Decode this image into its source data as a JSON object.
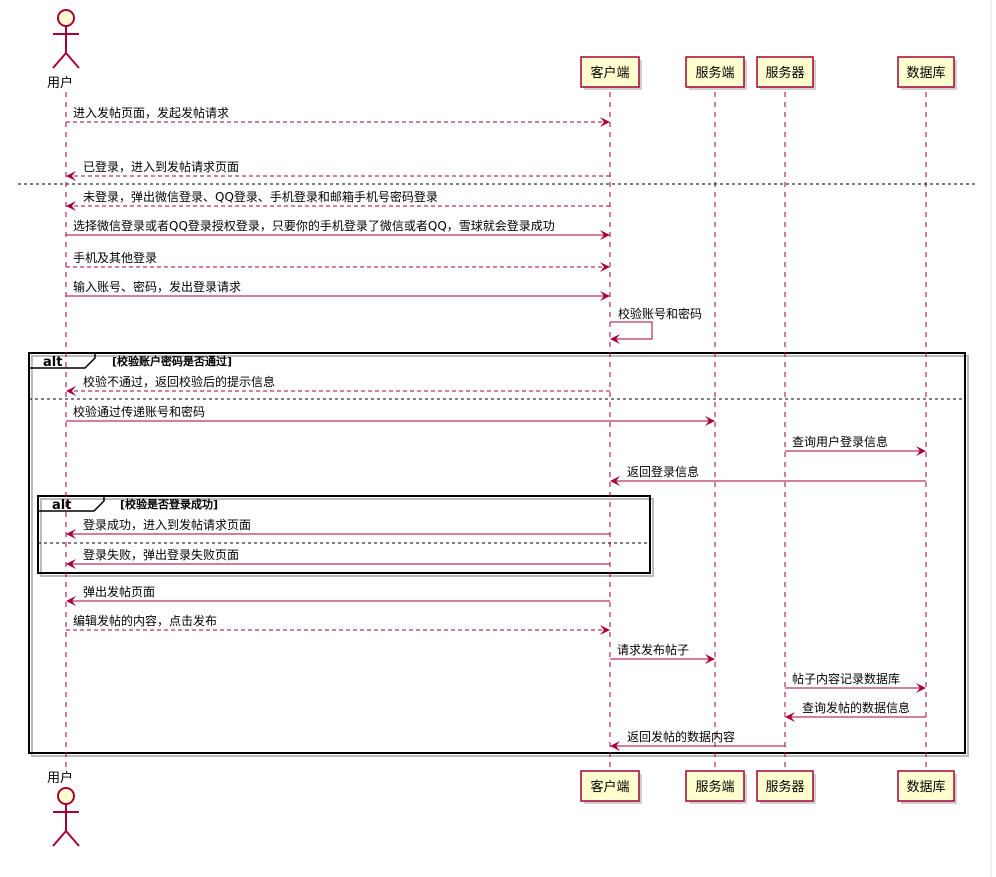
{
  "colors": {
    "arrow": "#A80036",
    "participant_fill": "#FEFECE",
    "participant_stroke": "#A80036",
    "lifeline": "#A80036",
    "frame": "#000000",
    "separator": "#000000"
  },
  "participants": [
    {
      "id": "user",
      "label": "用户",
      "type": "actor"
    },
    {
      "id": "client",
      "label": "客户端",
      "type": "box"
    },
    {
      "id": "service",
      "label": "服务端",
      "type": "box"
    },
    {
      "id": "server",
      "label": "服务器",
      "type": "box"
    },
    {
      "id": "db",
      "label": "数据库",
      "type": "box"
    }
  ],
  "messages": [
    {
      "from": "user",
      "to": "client",
      "text": "进入发帖页面，发起发帖请求",
      "style": "dashed"
    },
    {
      "from": "client",
      "to": "user",
      "text": "已登录，进入到发帖请求页面",
      "style": "dashed"
    },
    {
      "from": "client",
      "to": "user",
      "text": "未登录，弹出微信登录、QQ登录、手机登录和邮箱手机号密码登录",
      "style": "dashed"
    },
    {
      "from": "user",
      "to": "client",
      "text": "选择微信登录或者QQ登录授权登录，只要你的手机登录了微信或者QQ，雪球就会登录成功",
      "style": "solid"
    },
    {
      "from": "user",
      "to": "client",
      "text": "手机及其他登录",
      "style": "dashed"
    },
    {
      "from": "user",
      "to": "client",
      "text": "输入账号、密码，发出登录请求",
      "style": "solid"
    },
    {
      "from": "client",
      "to": "client",
      "text": "校验账号和密码",
      "style": "solid"
    },
    {
      "from": "client",
      "to": "user",
      "text": "校验不通过，返回校验后的提示信息",
      "style": "dashed"
    },
    {
      "from": "user",
      "to": "service",
      "text": "校验通过传递账号和密码",
      "style": "solid"
    },
    {
      "from": "server",
      "to": "db",
      "text": "查询用户登录信息",
      "style": "solid"
    },
    {
      "from": "db",
      "to": "client",
      "text": "返回登录信息",
      "style": "solid"
    },
    {
      "from": "client",
      "to": "user",
      "text": "登录成功，进入到发帖请求页面",
      "style": "solid"
    },
    {
      "from": "client",
      "to": "user",
      "text": "登录失败，弹出登录失败页面",
      "style": "solid"
    },
    {
      "from": "client",
      "to": "user",
      "text": "弹出发帖页面",
      "style": "solid"
    },
    {
      "from": "user",
      "to": "client",
      "text": "编辑发帖的内容，点击发布",
      "style": "dashed"
    },
    {
      "from": "client",
      "to": "service",
      "text": "请求发布帖子",
      "style": "solid"
    },
    {
      "from": "server",
      "to": "db",
      "text": "帖子内容记录数据库",
      "style": "solid"
    },
    {
      "from": "db",
      "to": "server",
      "text": "查询发帖的数据信息",
      "style": "solid"
    },
    {
      "from": "server",
      "to": "client",
      "text": "返回发帖的数据内容",
      "style": "solid"
    }
  ],
  "frames": [
    {
      "keyword": "alt",
      "condition": "[校验账户密码是否通过]"
    },
    {
      "keyword": "alt",
      "condition": "[校验是否登录成功]"
    }
  ]
}
